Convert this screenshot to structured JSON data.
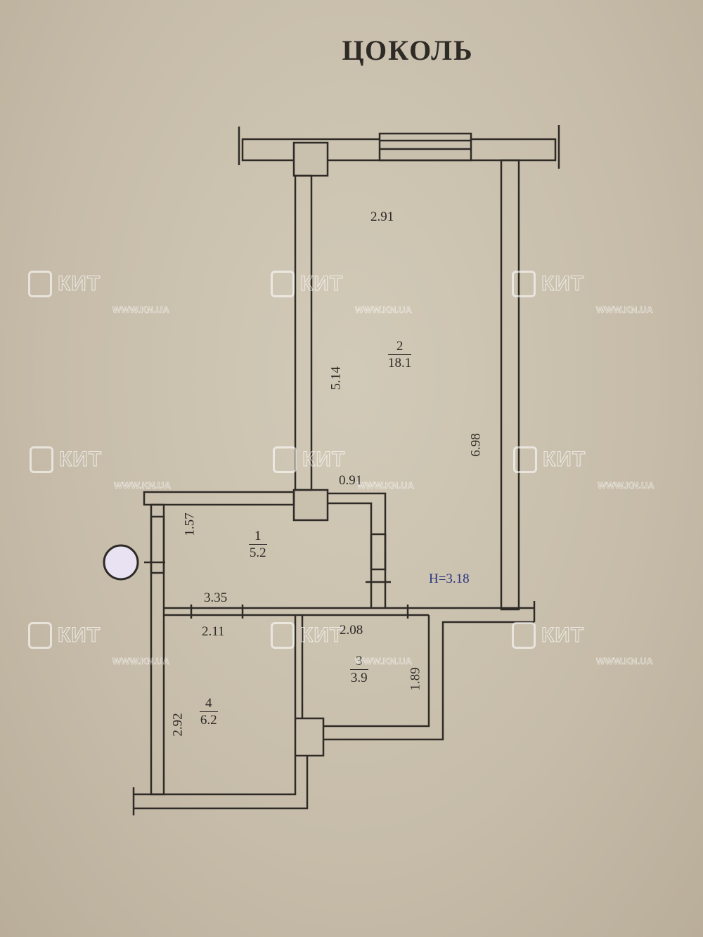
{
  "title": "ЦОКОЛЬ",
  "rooms": [
    {
      "number": "1",
      "area": "5.2"
    },
    {
      "number": "2",
      "area": "18.1"
    },
    {
      "number": "3",
      "area": "3.9"
    },
    {
      "number": "4",
      "area": "6.2"
    }
  ],
  "dimensions": {
    "room2_width": "2.91",
    "room2_left": "5.14",
    "room2_right": "6.98",
    "column_gap": "0.91",
    "room1_height": "1.57",
    "room1_width": "3.35",
    "room4_width": "2.11",
    "room3_width": "2.08",
    "room3_height": "1.89",
    "room4_height": "2.92"
  },
  "ceiling_height": "H=3.18",
  "watermark": {
    "logo": "КИТ",
    "url": "WWW.KN.UA"
  },
  "colors": {
    "paper": "#c9c0ae",
    "ink": "#2e2a26",
    "height_label": "#2a3580"
  }
}
